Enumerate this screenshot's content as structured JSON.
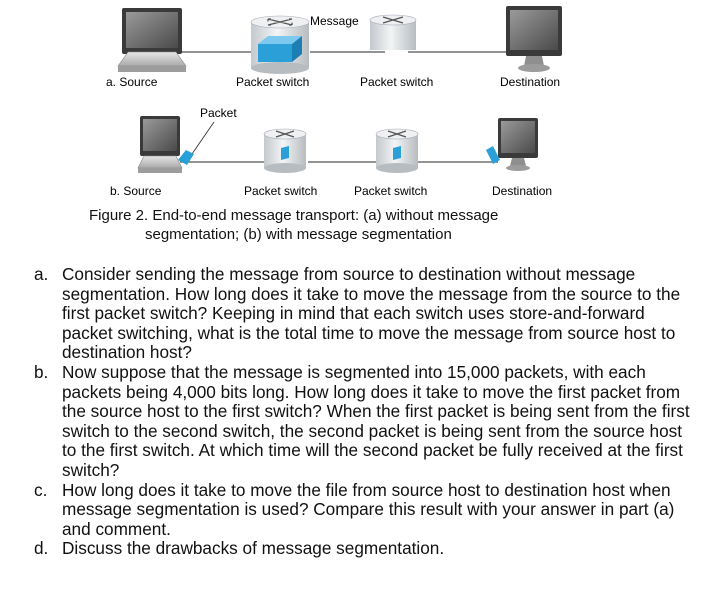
{
  "figure": {
    "part_a": {
      "source_label": "a.  Source",
      "switch1_label": "Packet switch",
      "switch2_label": "Packet switch",
      "destination_label": "Destination",
      "message_label": "Message"
    },
    "part_b": {
      "source_label": "b.  Source",
      "switch1_label": "Packet switch",
      "switch2_label": "Packet switch",
      "destination_label": "Destination",
      "packet_label": "Packet"
    },
    "caption_line1": "Figure 2. End-to-end message transport: (a) without message",
    "caption_line2": "segmentation;  (b) with message segmentation",
    "colors": {
      "link": "#4a4a4a",
      "packet": "#2a9fd8",
      "switch_body": "#d9dde0",
      "monitor_screen": "#6c6c6c"
    }
  },
  "questions": [
    {
      "marker": "a.",
      "text": "Consider sending the message from source to destination without message segmentation. How long does it take to move the message from the source to the first packet switch? Keeping in mind that each switch uses store-and-forward packet switching, what is the total time to move the message from source host to destination host?"
    },
    {
      "marker": "b.",
      "text": "Now suppose that the message is segmented into 15,000 packets, with each packets being 4,000 bits long. How long does it take to move the first packet from the source host to the first switch? When the first packet is being sent from the first switch to the second switch, the second packet is being sent from the source host to the first switch. At which time will the second packet be fully received at the first switch?"
    },
    {
      "marker": "c.",
      "text": "How long does it take to move the file from source host to destination host when message segmentation is used? Compare this result with your answer in part (a) and comment."
    },
    {
      "marker": "d.",
      "text": "Discuss the drawbacks of message segmentation."
    }
  ]
}
